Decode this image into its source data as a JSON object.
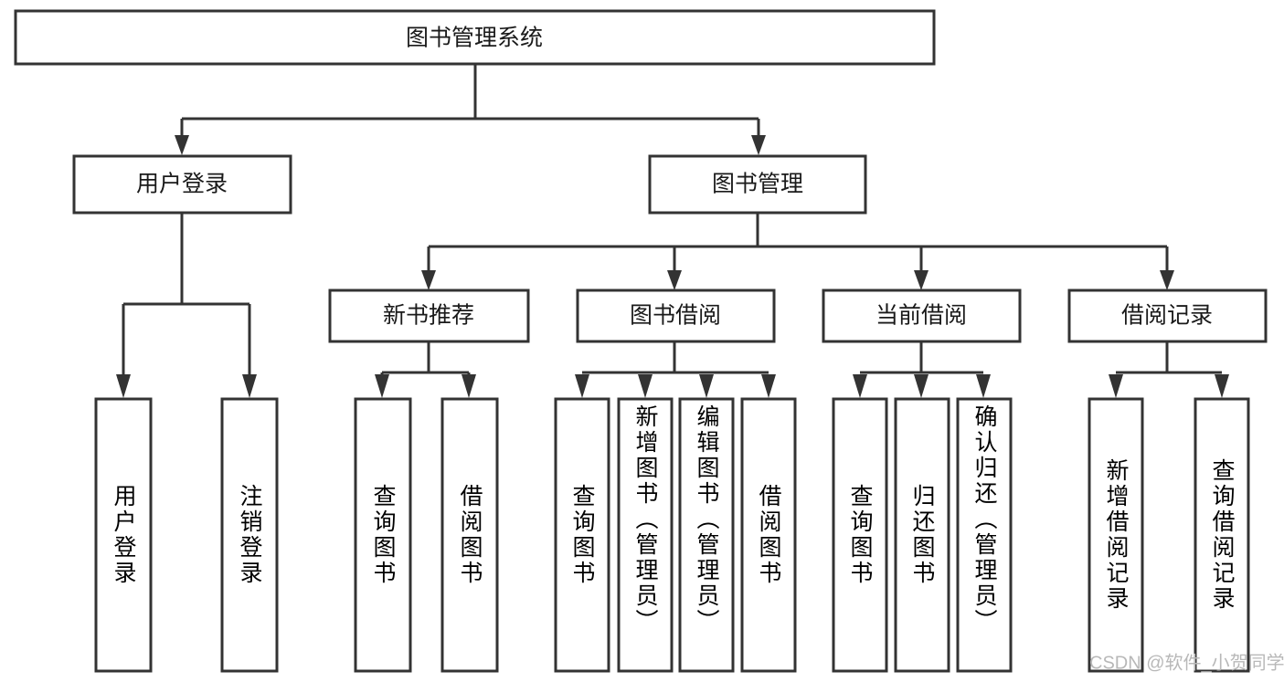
{
  "diagram": {
    "type": "hierarchy-tree",
    "title": "图书管理系统",
    "root": {
      "label": "图书管理系统",
      "level": 0
    },
    "level1": [
      {
        "label": "用户登录"
      },
      {
        "label": "图书管理"
      }
    ],
    "level2": [
      {
        "label": "新书推荐",
        "parent": "图书管理"
      },
      {
        "label": "图书借阅",
        "parent": "图书管理"
      },
      {
        "label": "当前借阅",
        "parent": "图书管理"
      },
      {
        "label": "借阅记录",
        "parent": "图书管理"
      }
    ],
    "leaves": {
      "user_login": [
        {
          "label": "用户登录"
        },
        {
          "label": "注销登录"
        }
      ],
      "new_book_recommend": [
        {
          "label": "查询图书"
        },
        {
          "label": "借阅图书"
        }
      ],
      "book_borrow": [
        {
          "label": "查询图书"
        },
        {
          "label": "新增图书（管理员）"
        },
        {
          "label": "编辑图书（管理员）"
        },
        {
          "label": "借阅图书"
        }
      ],
      "current_borrow": [
        {
          "label": "查询图书"
        },
        {
          "label": "归还图书"
        },
        {
          "label": "确认归还（管理员）"
        }
      ],
      "borrow_record": [
        {
          "label": "新增借阅记录"
        },
        {
          "label": "查询借阅记录"
        }
      ]
    }
  },
  "watermark": {
    "text": "CSDN @软件_小贺同学"
  },
  "colors": {
    "stroke": "#333333",
    "box_fill": "#ffffff",
    "text": "#1a1a1a",
    "watermark": "#b8b8b8",
    "background": "#ffffff"
  }
}
